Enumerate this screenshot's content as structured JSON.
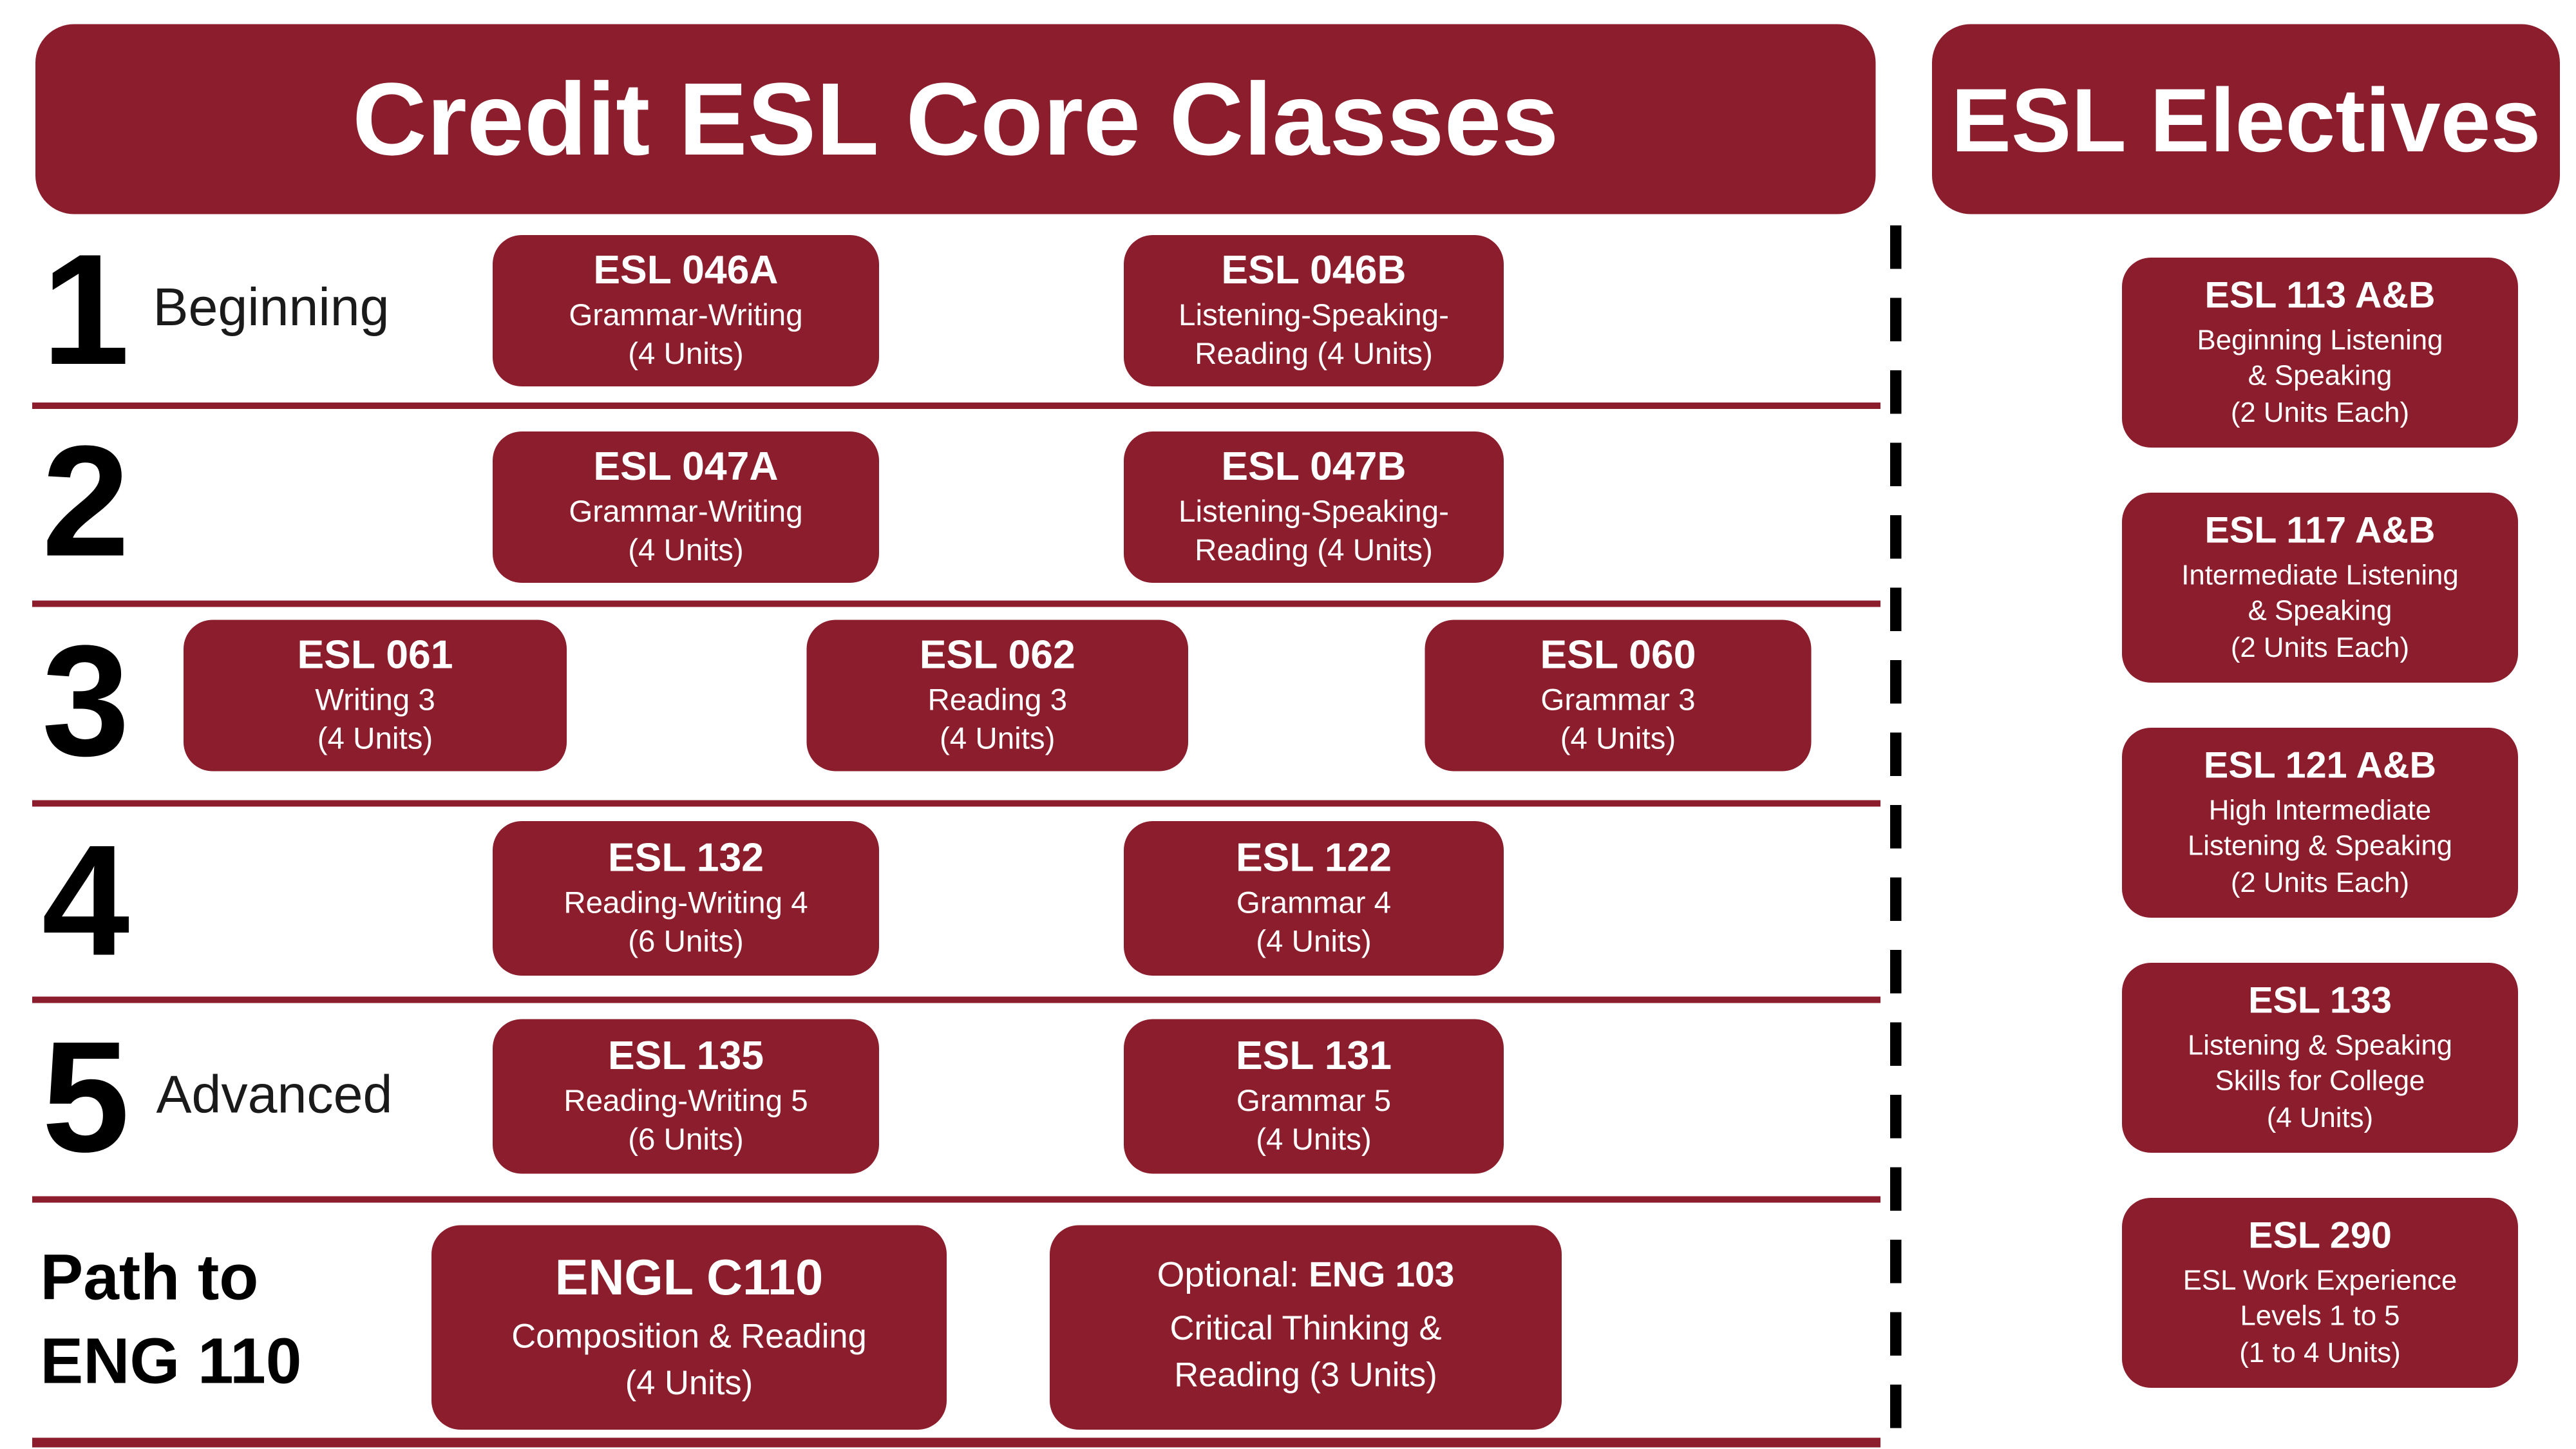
{
  "colors": {
    "maroon": "#8C1D2C",
    "text": "#000000",
    "white": "#FFFFFF"
  },
  "headers": {
    "core": "Credit ESL Core Classes",
    "electives": "ESL Electives"
  },
  "rows": [
    {
      "number": "1",
      "label": "Beginning",
      "courses": [
        {
          "code": "ESL 046A",
          "body": "Grammar-Writing\n(4 Units)"
        },
        {
          "code": "ESL 046B",
          "body": "Listening-Speaking-\nReading (4 Units)"
        }
      ]
    },
    {
      "number": "2",
      "label": "",
      "courses": [
        {
          "code": "ESL 047A",
          "body": "Grammar-Writing\n(4 Units)"
        },
        {
          "code": "ESL 047B",
          "body": "Listening-Speaking-\nReading (4 Units)"
        }
      ]
    },
    {
      "number": "3",
      "label": "",
      "courses": [
        {
          "code": "ESL 061",
          "body": "Writing 3\n(4 Units)"
        },
        {
          "code": "ESL 062",
          "body": "Reading 3\n(4 Units)"
        },
        {
          "code": "ESL 060",
          "body": "Grammar 3\n(4 Units)"
        }
      ]
    },
    {
      "number": "4",
      "label": "",
      "courses": [
        {
          "code": "ESL 132",
          "body": "Reading-Writing 4\n(6 Units)"
        },
        {
          "code": "ESL 122",
          "body": "Grammar 4\n(4 Units)"
        }
      ]
    },
    {
      "number": "5",
      "label": "Advanced",
      "courses": [
        {
          "code": "ESL 135",
          "body": "Reading-Writing 5\n(6 Units)"
        },
        {
          "code": "ESL 131",
          "body": "Grammar 5\n(4 Units)"
        }
      ]
    }
  ],
  "path_row": {
    "label": "Path to\nENG 110",
    "engl": {
      "code": "ENGL C110",
      "body": "Composition & Reading\n(4 Units)"
    },
    "optional": {
      "prefix": "Optional: ",
      "code": "ENG 103",
      "body": "Critical Thinking &\nReading (3 Units)"
    }
  },
  "electives": [
    {
      "code": "ESL 113 A&B",
      "body": "Beginning Listening\n& Speaking\n(2 Units Each)"
    },
    {
      "code": "ESL 117 A&B",
      "body": "Intermediate Listening\n& Speaking\n(2 Units Each)"
    },
    {
      "code": "ESL 121 A&B",
      "body": "High Intermediate\nListening & Speaking\n(2 Units Each)"
    },
    {
      "code": "ESL 133",
      "body": "Listening & Speaking\nSkills for College\n(4 Units)"
    },
    {
      "code": "ESL 290",
      "body": "ESL Work Experience\nLevels 1 to 5\n(1 to 4 Units)"
    }
  ]
}
